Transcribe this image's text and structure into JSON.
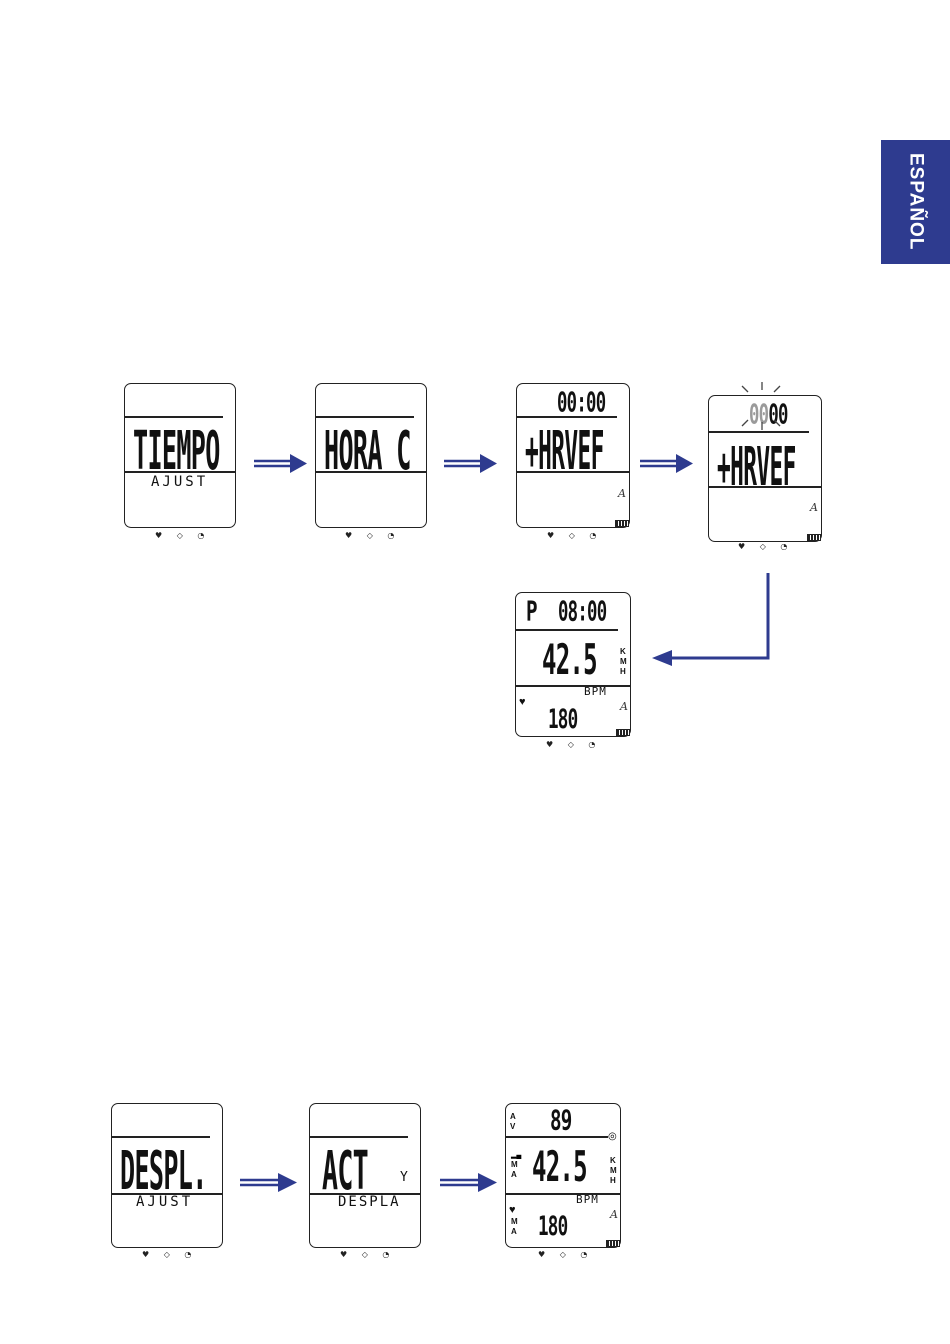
{
  "side_tab": {
    "label": "ESPAÑOL",
    "color": "#2e3b8f"
  },
  "arrow_color": "#2e3b8f",
  "row1": {
    "screen1": {
      "main": "TIEMPO",
      "sub": "AJUST"
    },
    "screen2": {
      "main": "HORA C"
    },
    "screen3": {
      "top": "00:00",
      "main": "+HRVEF",
      "mode": "A"
    },
    "screen4": {
      "top_flash": "00",
      "top_rest": "00",
      "main": "+HRVEF",
      "mode": "A"
    },
    "screen5": {
      "top_p": "P",
      "top_time": "08:00",
      "speed": "42.5",
      "unit": [
        "K",
        "M",
        "H"
      ],
      "bpm_label": "BPM",
      "hr": "180",
      "mode": "A"
    }
  },
  "row2": {
    "screen1": {
      "main": "DESPL.",
      "sub": "AJUST"
    },
    "screen2": {
      "main": "ACT",
      "flag": "Y",
      "sub": "DESPLA"
    },
    "screen3": {
      "top": "89",
      "av": [
        "A",
        "V"
      ],
      "speed": "42.5",
      "ma": [
        "M",
        "A"
      ],
      "unit": [
        "K",
        "M",
        "H"
      ],
      "bpm_label": "BPM",
      "hr_ma": [
        "M",
        "A"
      ],
      "hr": "180",
      "mode": "A"
    }
  },
  "icon_names": [
    "heart-icon",
    "sensor-icon",
    "speedometer-icon",
    "battery-icon"
  ]
}
